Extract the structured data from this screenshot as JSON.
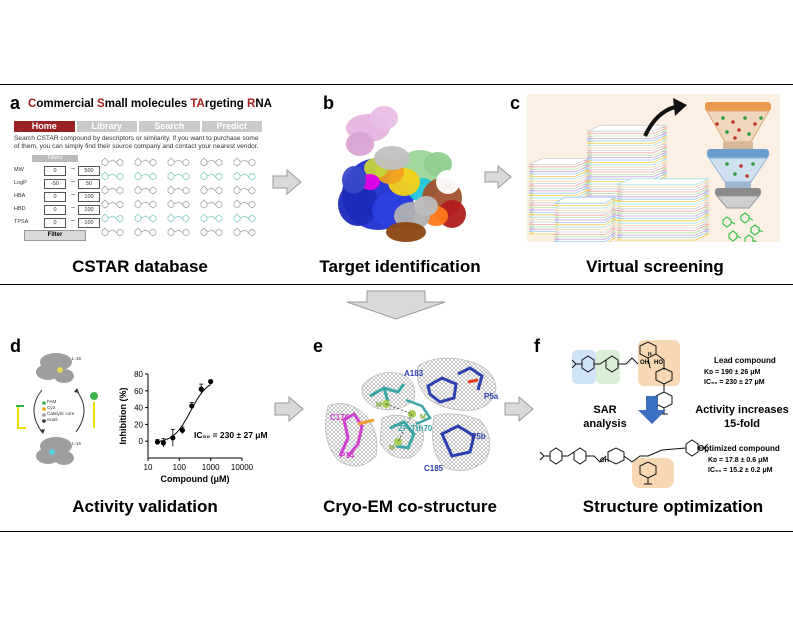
{
  "panels": {
    "a": {
      "letter": "a",
      "caption": "CSTAR database",
      "title_parts": [
        {
          "text": "C",
          "red": true
        },
        {
          "text": "ommercial ",
          "red": false
        },
        {
          "text": "S",
          "red": true
        },
        {
          "text": "mall molecules ",
          "red": false
        },
        {
          "text": "TA",
          "red": true
        },
        {
          "text": "rgeting ",
          "red": false
        },
        {
          "text": "R",
          "red": true
        },
        {
          "text": "NA",
          "red": false
        }
      ],
      "tabs": [
        "Home",
        "Library",
        "Search",
        "Predict"
      ],
      "active_tab": "Home",
      "intro": "Search CSTAR compound by descriptors or similarity. If you want to purchase some of them, you can simply find their source company and contact your nearest vendor.",
      "filters_header": "Filters",
      "filters": [
        {
          "label": "MW",
          "min": "0",
          "max": "500"
        },
        {
          "label": "LogP",
          "min": "-50",
          "max": "50"
        },
        {
          "label": "HBA",
          "min": "0",
          "max": "100"
        },
        {
          "label": "HBD",
          "min": "0",
          "max": "100"
        },
        {
          "label": "TPSA",
          "min": "0",
          "max": "100"
        }
      ],
      "filter_button": "Filter"
    },
    "b": {
      "letter": "b",
      "caption": "Target identification"
    },
    "c": {
      "letter": "c",
      "caption": "Virtual screening"
    },
    "d": {
      "letter": "d",
      "caption": "Activity validation",
      "legend": [
        "FAM",
        "Cy3",
        "Catalytic core",
        "exotil"
      ],
      "top_label": "L-16",
      "bottom_label": "L-16"
    },
    "e": {
      "letter": "e",
      "caption": "Cryo-EM co-structure",
      "labels": {
        "a183": "A183",
        "c170": "C170",
        "p14": "P14",
        "p5a": "P5a",
        "p5b": "P5b",
        "c185": "C185",
        "zp": "ZP-Tth70",
        "mg1": "M",
        "mg2": "M",
        "mg3": "M"
      }
    },
    "f": {
      "letter": "f",
      "caption": "Structure optimization",
      "lead_title": "Lead compound",
      "lead_kd": "Kᴅ = 190 ± 26 μM",
      "lead_ic50": "IC₅₀ = 230 ± 27 μM",
      "sar": [
        "SAR",
        "analysis"
      ],
      "activity": [
        "Activity increases",
        "15-fold"
      ],
      "opt_title": "Optimized compound",
      "opt_kd": "Kᴅ = 17.8 ± 0.6 μM",
      "opt_ic50": "IC₅₀ = 15.2 ± 0.2 μM",
      "oh1": "OH",
      "oh2": "HO",
      "oh3": "OH",
      "h": "H"
    }
  },
  "chart_data": {
    "type": "scatter",
    "xlabel": "Compound (μM)",
    "ylabel": "Inhibition (%)",
    "x_scale": "log",
    "xlim": [
      10,
      10000
    ],
    "ylim": [
      -20,
      80
    ],
    "xticks": [
      "10",
      "100",
      "1000",
      "10000"
    ],
    "yticks": [
      "0",
      "20",
      "40",
      "60",
      "80"
    ],
    "annotation": "IC₅₀ = 230 ± 27 μM",
    "x": [
      20,
      31,
      62,
      125,
      250,
      500,
      1000
    ],
    "y": [
      -1,
      -2,
      4,
      13,
      42,
      62,
      71
    ],
    "yerr": [
      3,
      5,
      10,
      4,
      4,
      6,
      2
    ]
  },
  "colors": {
    "cstar_red": "#a51f1f",
    "arrow_fill": "#d9d9d9",
    "arrow_stroke": "#9a9a9a",
    "funnel_orange": "#e99a4f",
    "funnel_blue": "#6a9ecf",
    "sar_blue": "#cfe3f6",
    "sar_green": "#d9efd6",
    "sar_orange": "#f8d7b4",
    "arrow_blue": "#3c6fbf"
  }
}
